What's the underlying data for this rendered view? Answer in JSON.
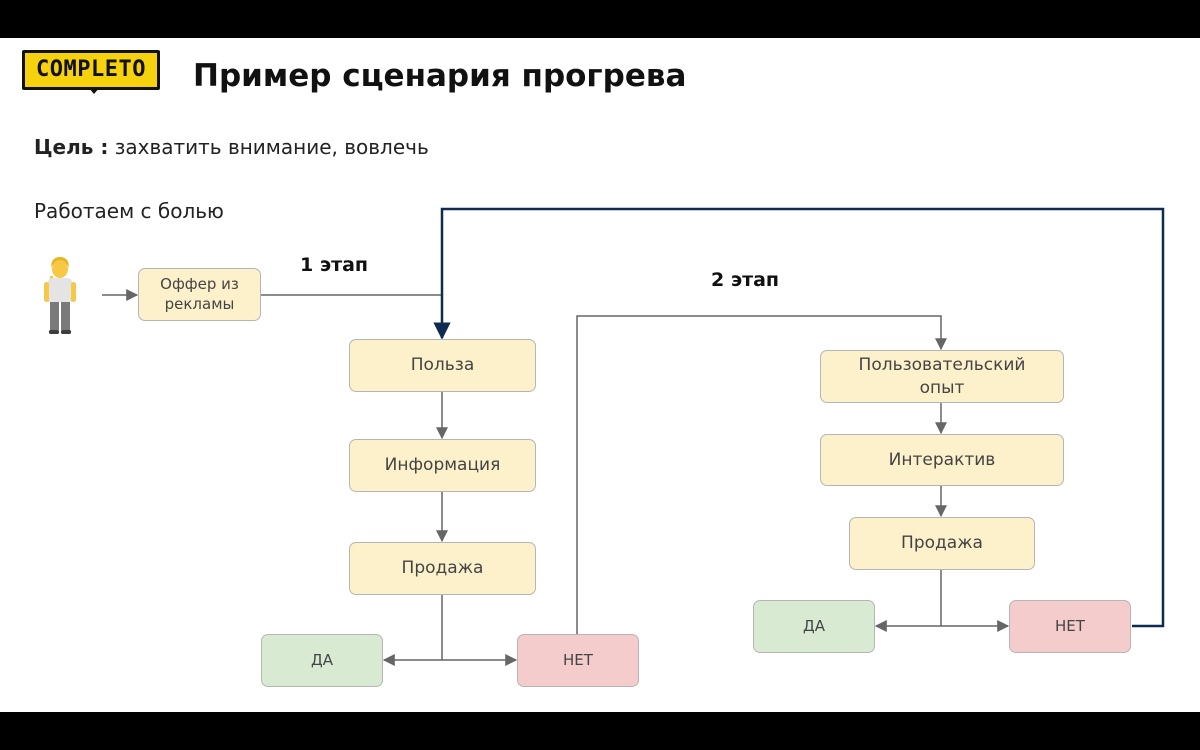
{
  "header": {
    "logo_text": "COMPLETO",
    "title": "Пример сценария прогрева"
  },
  "goal": {
    "label": "Цель :",
    "text": "захватить внимание, вовлечь"
  },
  "subtitle": "Работаем с болью",
  "stages": {
    "stage1": "1 этап",
    "stage2": "2 этап"
  },
  "nodes": {
    "offer": "Оффер из рекламы",
    "benefit": "Польза",
    "information": "Информация",
    "sale1": "Продажа",
    "yes1": "ДА",
    "no1": "НЕТ",
    "experience": "Пользовательский опыт",
    "interactive": "Интерактив",
    "sale2": "Продажа",
    "yes2": "ДА",
    "no2": "НЕТ"
  },
  "colors": {
    "node_yellow": "#fdf1cc",
    "node_green": "#d9ead3",
    "node_red": "#f4cccc",
    "loop_line": "#0f2b52",
    "logo_yellow": "#f5d10e"
  },
  "icons": {
    "person": "person-standing-icon"
  }
}
